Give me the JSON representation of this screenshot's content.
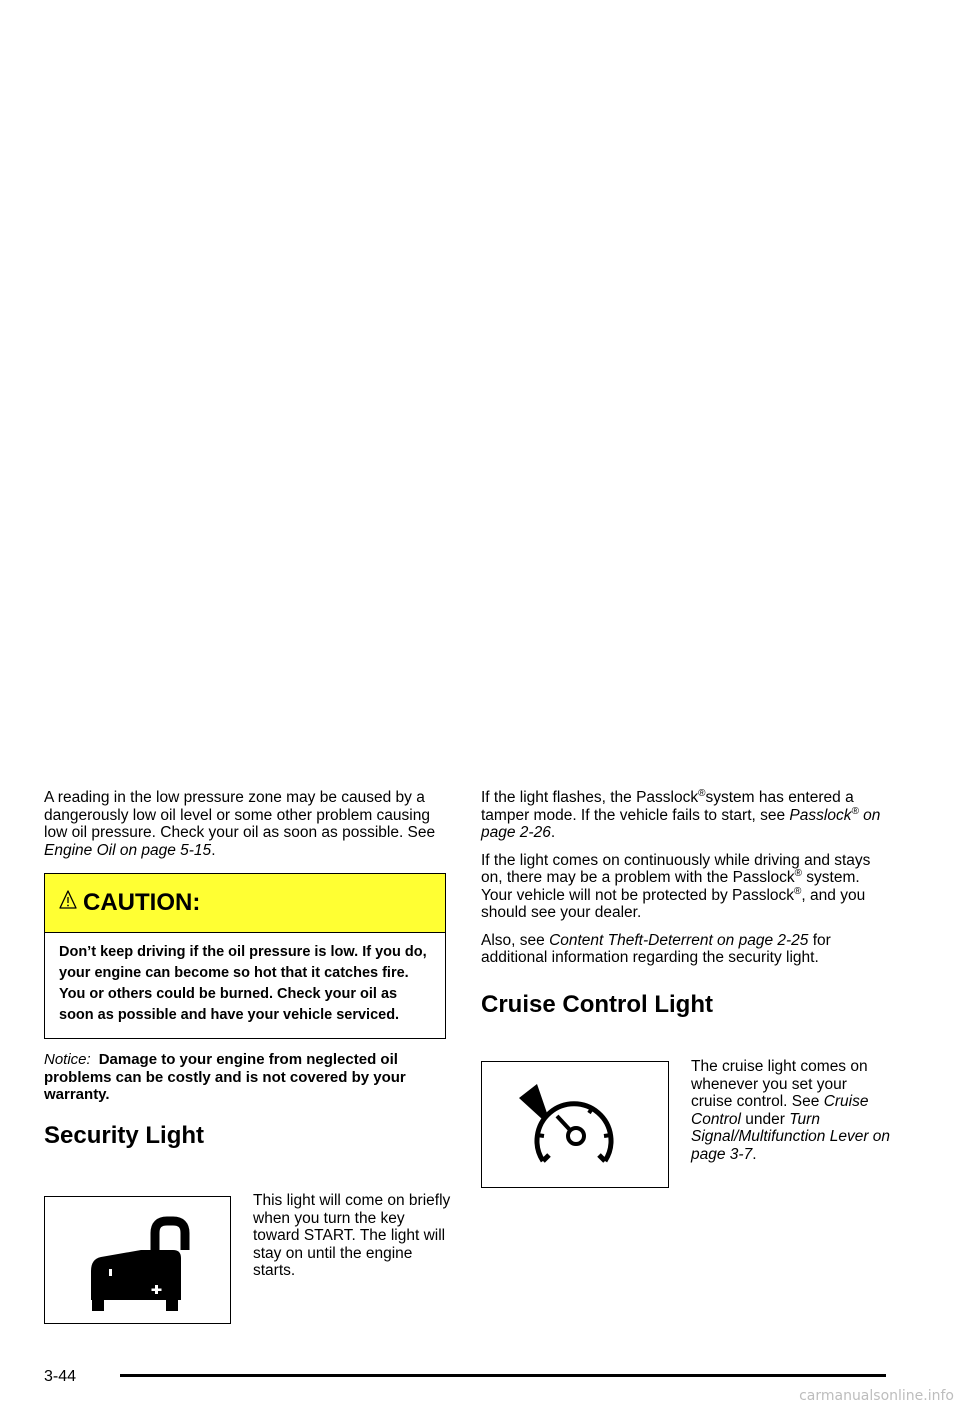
{
  "left": {
    "intro": {
      "text": "A reading in the low pressure zone may be caused by a dangerously low oil level or some other problem causing low oil pressure. Check your oil as soon as possible. See ",
      "link": "Engine Oil on page 5-15",
      "end": "."
    },
    "caution": {
      "title": "CAUTION:",
      "body": "Don’t keep driving if the oil pressure is low. If you do, your engine can become so hot that it catches fire. You or others could be burned. Check your oil as soon as possible and have your vehicle serviced."
    },
    "notice": {
      "label": "Notice:",
      "text": "Damage to your engine from neglected oil problems can be costly and is not covered by your warranty."
    },
    "security": {
      "heading": "Security Light",
      "description": "This light will come on briefly when you turn the key toward START. The light will stay on until the engine starts."
    }
  },
  "right": {
    "p1": {
      "a": "If the light flashes, the Passlock",
      "reg": "®",
      "b": "system has entered a tamper mode. If the vehicle fails to start, see ",
      "link": "Passlock",
      "link_reg": "®",
      "link_b": " on page 2-26",
      "end": "."
    },
    "p2": {
      "a": "If the light comes on continuously while driving and stays on, there may be a problem with the Passlock",
      "reg": "®",
      "b": " system. Your vehicle will not be protected by Passlock",
      "reg2": "®",
      "c": ", and you should see your dealer."
    },
    "p3": {
      "a": "Also, see ",
      "link": "Content Theft-Deterrent on page 2-25",
      "b": " for additional information regarding the security light."
    },
    "cruise": {
      "heading": "Cruise Control Light",
      "a": "The cruise light comes on whenever you set your cruise control. See ",
      "link1": "Cruise Control",
      "mid": " under ",
      "link2": "Turn Signal/Multifunction Lever on page 3-7",
      "end": "."
    }
  },
  "footer": {
    "page_number": "3-44",
    "watermark": "carmanualsonline.info"
  },
  "icons": {
    "caution": "warning-triangle-icon",
    "security": "security-lock-car-icon",
    "cruise": "cruise-control-speedometer-icon"
  }
}
